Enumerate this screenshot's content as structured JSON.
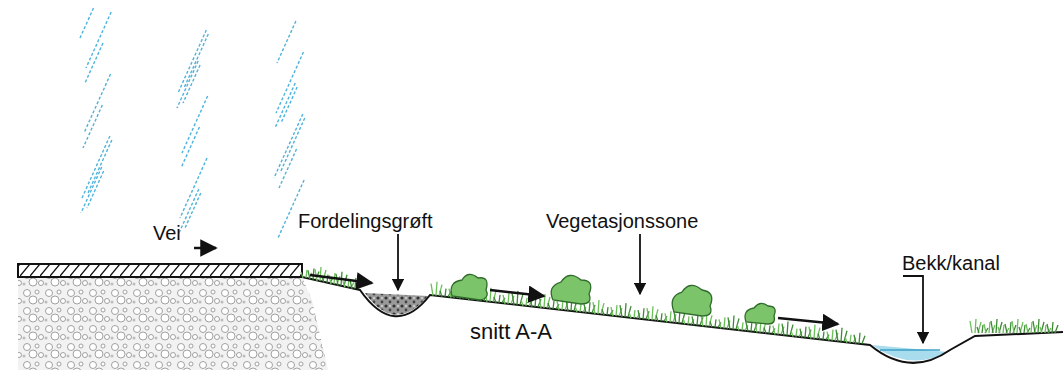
{
  "diagram": {
    "labels": [
      "Vei",
      "Fordelingsgrøft",
      "Vegetasjonssone",
      "Bekk/kanal",
      "snitt A-A"
    ]
  }
}
